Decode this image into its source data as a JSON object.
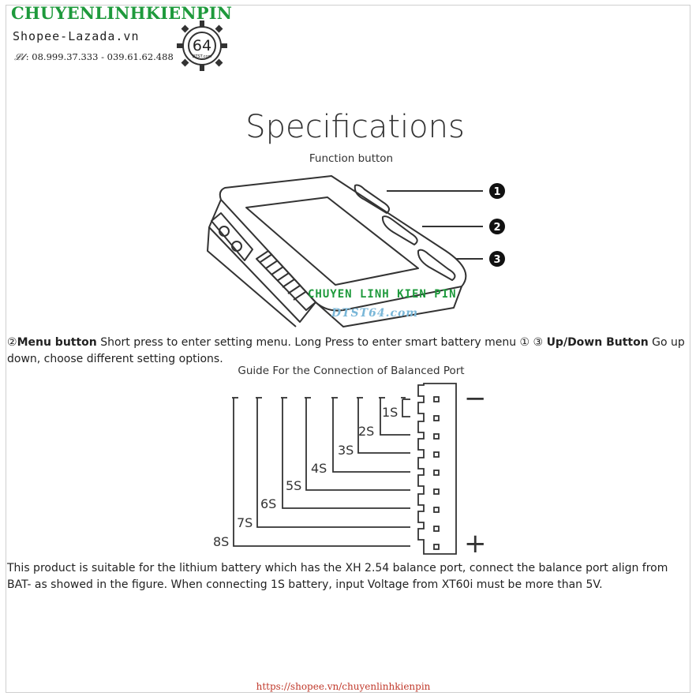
{
  "header": {
    "brand": "CHUYENLINHKIENPIN",
    "shop": "Shopee-Lazada.vn",
    "phone": ": 08.999.37.333 - 039.61.62.488",
    "badge_number": "64",
    "badge_small": "DTST.com"
  },
  "title": "Specifications",
  "function_button_caption": "Function button",
  "callouts": [
    "1",
    "2",
    "3"
  ],
  "watermark": {
    "line1": "CHUYEN LINH KIEN PIN",
    "line2": "DTST64.com"
  },
  "buttons_description": {
    "num2": "②",
    "menu_label": "Menu button",
    "menu_text": " Short press to enter setting menu. Long Press to enter smart battery menu ",
    "num13": "① ③",
    "updown_label": "Up/Down Button",
    "updown_text": " Go up down, choose different setting options."
  },
  "guide_caption": "Guide For the Connection of Balanced Port",
  "port_labels": [
    "1S",
    "2S",
    "3S",
    "4S",
    "5S",
    "6S",
    "7S",
    "8S"
  ],
  "polarity": {
    "minus": "−",
    "plus": "+"
  },
  "compat_text": "This product is suitable for the lithium battery which has the XH 2.54 balance port, connect the balance port align from BAT- as showed in the figure. When connecting 1S battery, input Voltage from XT60i must be more than 5V.",
  "footer_url": "https://shopee.vn/chuyenlinhkienpin",
  "colors": {
    "brand_green": "#1e9a3c",
    "footer_red": "#c0392b",
    "watermark_blue": "#7ab7d8"
  }
}
